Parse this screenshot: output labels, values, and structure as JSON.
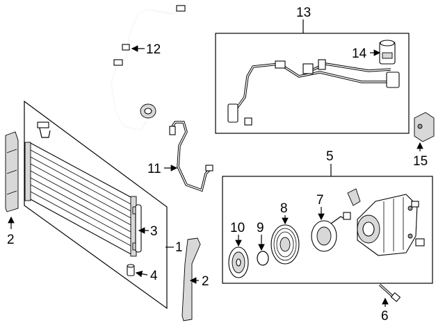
{
  "callouts": {
    "c1": "1",
    "c2_left": "2",
    "c2_right": "2",
    "c3": "3",
    "c4": "4",
    "c5": "5",
    "c6": "6",
    "c7": "7",
    "c8": "8",
    "c9": "9",
    "c10": "10",
    "c11": "11",
    "c12": "12",
    "c13": "13",
    "c14": "14",
    "c15": "15"
  }
}
